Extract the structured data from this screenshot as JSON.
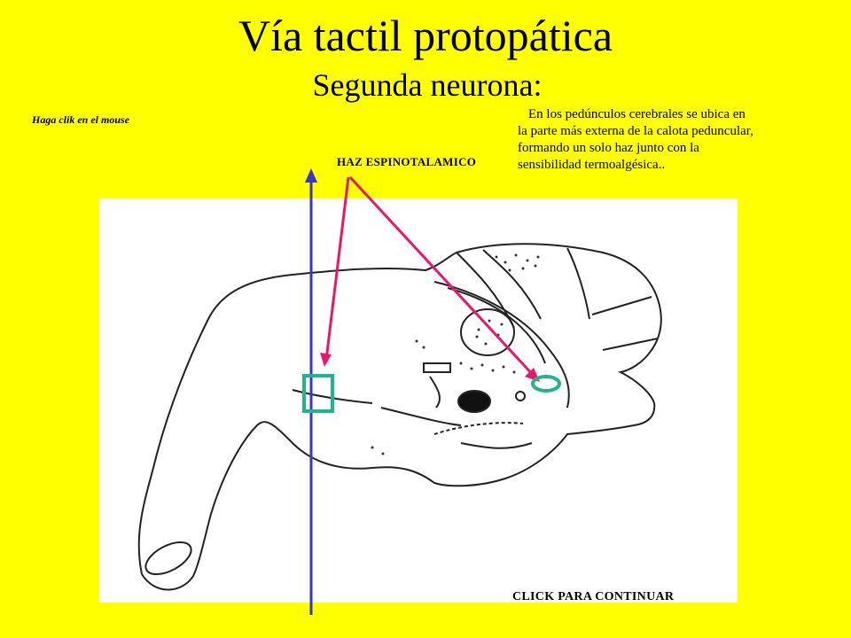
{
  "slide": {
    "title": "Vía tactil protopática",
    "subtitle": "Segunda neurona:",
    "hint": "Haga clik en el mouse",
    "bundle_label": "HAZ ESPINOTALAMICO",
    "description_lines": [
      "En los pedúnculos cerebrales se ubica en",
      "la parte más externa de la calota peduncular,",
      "formando un solo haz junto con la",
      "sensibilidad termoalgésica.."
    ],
    "continue_label": "CLICK  PARA CONTINUAR"
  },
  "colors": {
    "background": "#FFFF00",
    "arrow": "#E8176B",
    "marker": "#1FB58F",
    "axis_line": "#3636C8"
  }
}
